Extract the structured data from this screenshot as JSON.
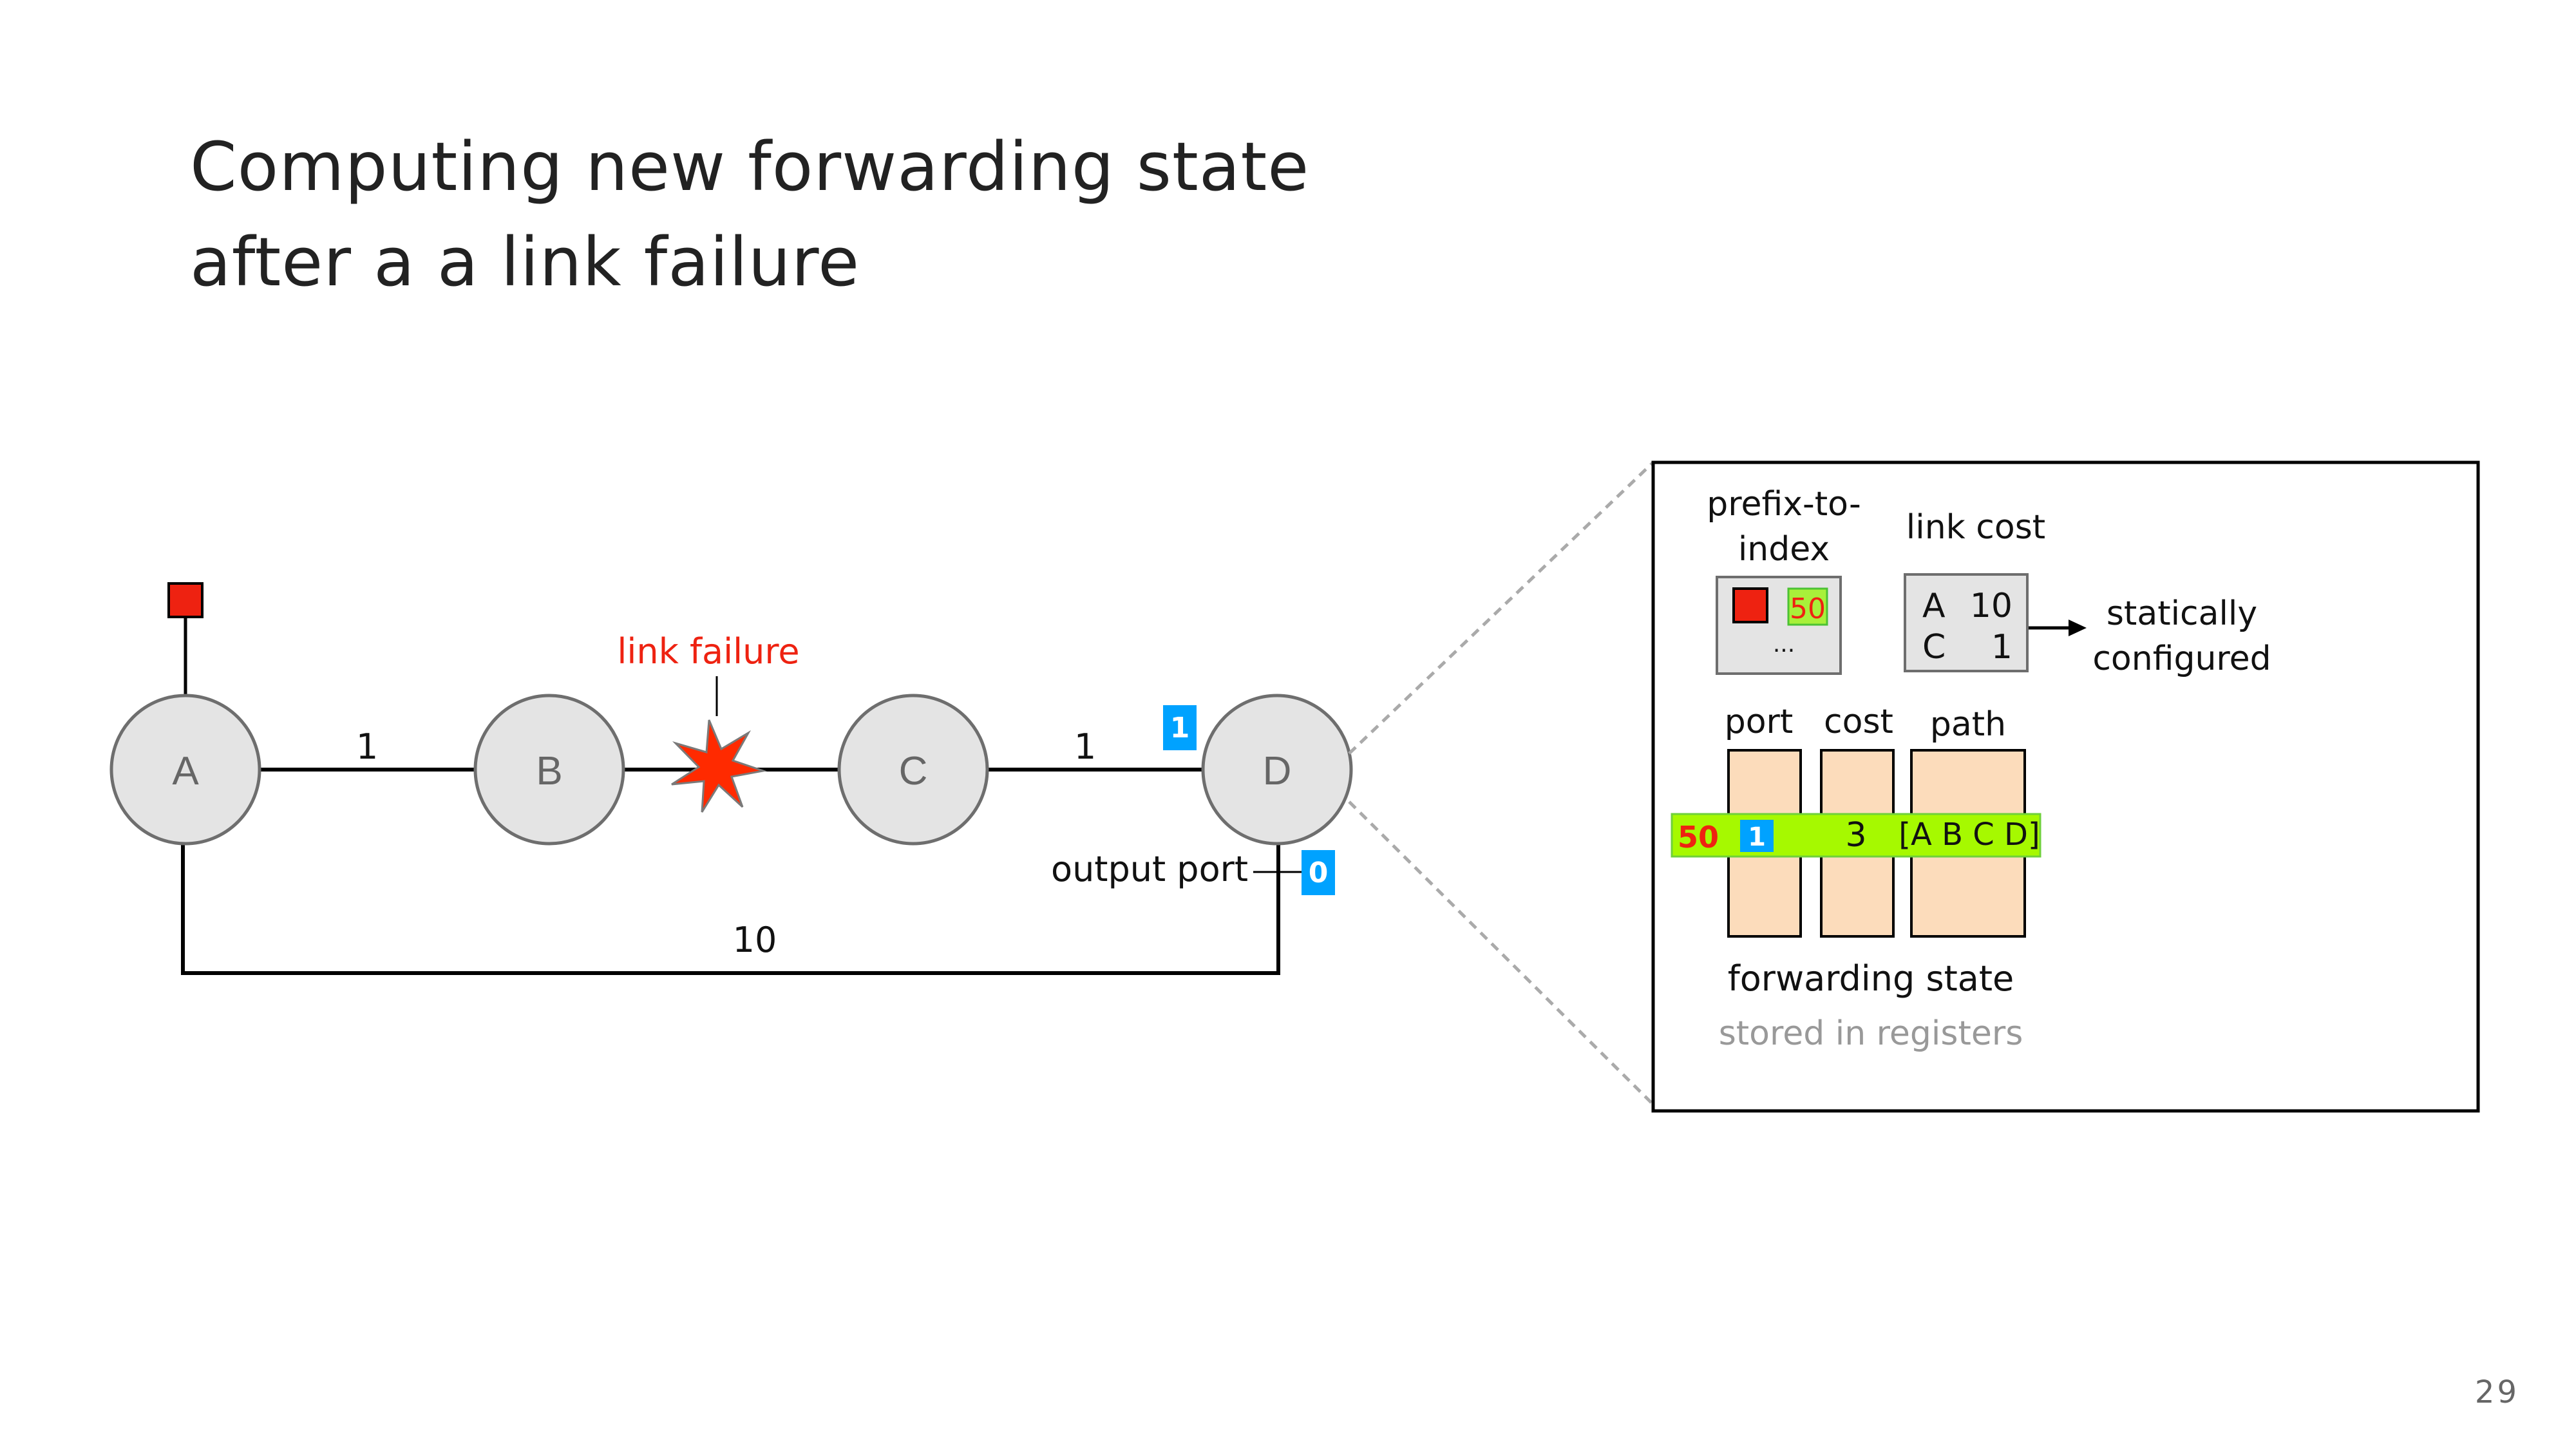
{
  "slide": {
    "title_line1": "Computing new forwarding state",
    "title_line2": "after a a link failure",
    "page_number": "29"
  },
  "topology": {
    "nodes": [
      {
        "id": "A",
        "label": "A"
      },
      {
        "id": "B",
        "label": "B"
      },
      {
        "id": "C",
        "label": "C"
      },
      {
        "id": "D",
        "label": "D"
      }
    ],
    "links": [
      {
        "from": "A",
        "to": "B",
        "cost": "1",
        "failed": false
      },
      {
        "from": "B",
        "to": "C",
        "cost": "",
        "failed": true
      },
      {
        "from": "C",
        "to": "D",
        "cost": "1",
        "failed": false
      },
      {
        "from": "A",
        "to": "D",
        "cost": "10",
        "failed": false
      }
    ],
    "failure_label": "link failure",
    "output_port_label": "output port",
    "port_badges": {
      "toward_C": "1",
      "toward_A": "0"
    },
    "prefix_attached_to": "A"
  },
  "zoom_box": {
    "prefix_to_index": {
      "title_line1": "prefix-to-",
      "title_line2": "index",
      "entry_index": "50",
      "more": "..."
    },
    "link_cost": {
      "title": "link cost",
      "rows": [
        {
          "neighbor": "A",
          "cost": "10"
        },
        {
          "neighbor": "C",
          "cost": "1"
        }
      ],
      "note_line1": "statically",
      "note_line2": "configured"
    },
    "forwarding_state": {
      "columns": [
        "port",
        "cost",
        "path"
      ],
      "row": {
        "index": "50",
        "port": "1",
        "cost": "3",
        "path": "[A B C D]"
      },
      "caption": "forwarding state",
      "subcaption": "stored in registers"
    }
  },
  "colors": {
    "prefix_red": "#ee2211",
    "failure_red": "#ee2211",
    "star_fill": "#ff2a00",
    "port_blue": "#00a2ff",
    "highlight_green": "#a6f900",
    "register_peach": "#fcdcbb",
    "node_fill": "#e4e4e4",
    "node_stroke": "#6e6e6e",
    "muted_text": "#999999"
  }
}
